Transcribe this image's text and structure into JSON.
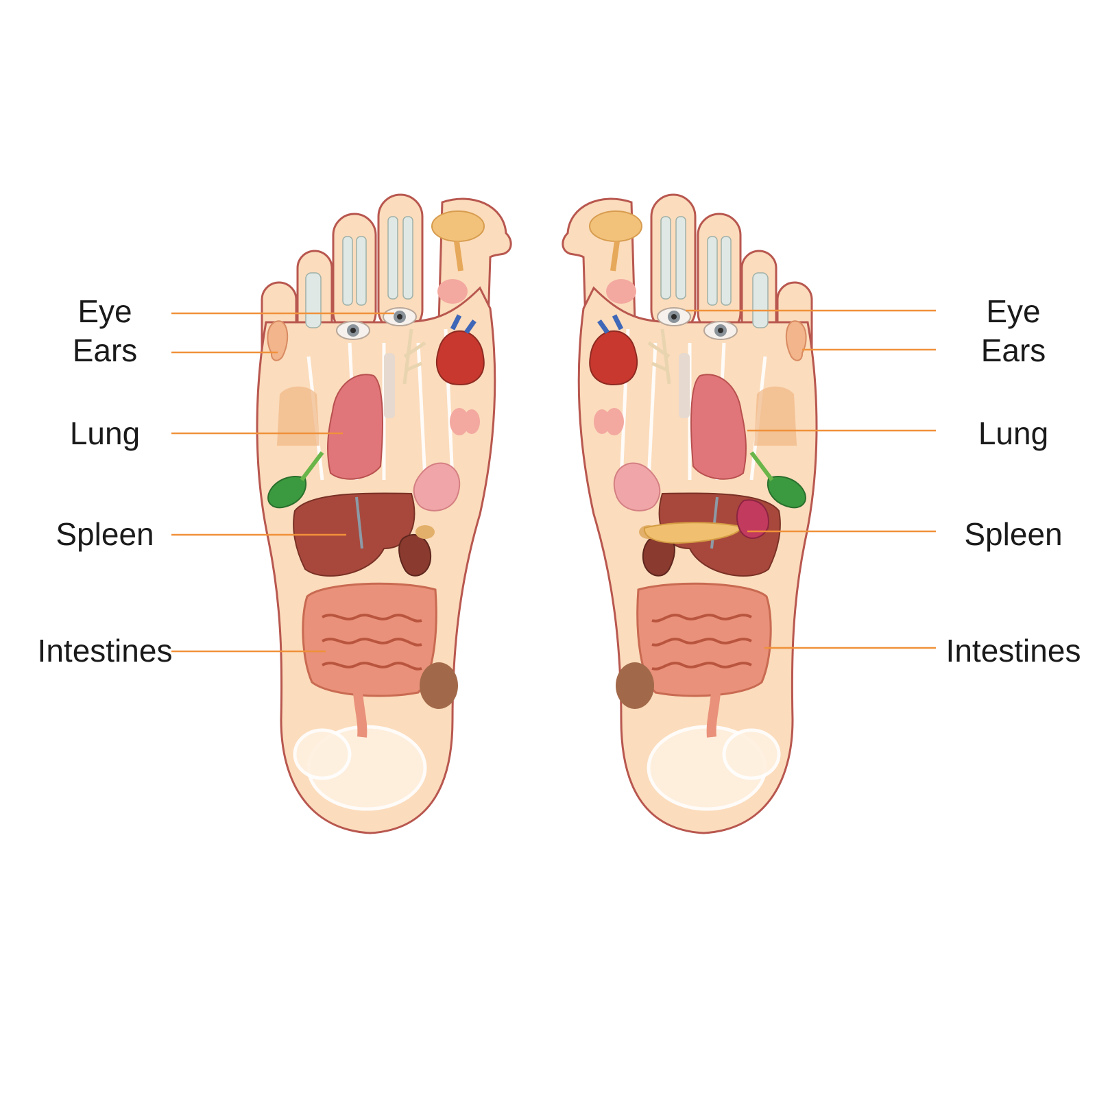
{
  "labels": {
    "left": [
      "Eye",
      "Ears",
      "Lung",
      "Spleen",
      "Intestines"
    ],
    "right": [
      "Eye",
      "Ears",
      "Lung",
      "Spleen",
      "Intestines"
    ]
  },
  "colors": {
    "leader_line": "#f0913a",
    "label_text": "#1a1a1a",
    "foot_skin": "#fbdcbc",
    "foot_outline": "#b8574f",
    "lung": "#e0757a",
    "liver": "#a8483c",
    "intestines": "#e9917a",
    "heart": "#c8382e",
    "gallbladder": "#3b9a3f",
    "kidney": "#8a3a2e",
    "stomach": "#f0a6a8",
    "spleen": "#c23a5e",
    "pancreas": "#f0c070"
  },
  "icons": [
    "eye-icon",
    "ear-icon",
    "lung-icon",
    "liver-icon",
    "intestines-icon",
    "heart-icon",
    "kidney-icon",
    "stomach-icon",
    "gallbladder-icon",
    "spleen-icon",
    "pancreas-icon",
    "brain-icon",
    "thyroid-icon",
    "bladder-icon"
  ]
}
